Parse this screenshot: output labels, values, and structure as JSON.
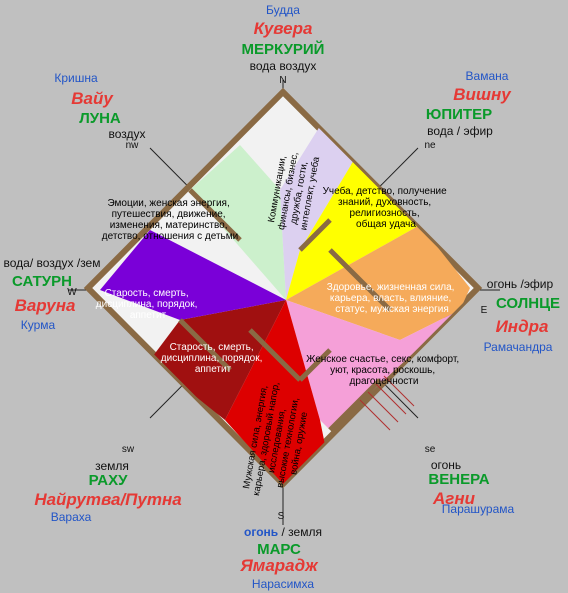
{
  "north": {
    "avatar": "Будда",
    "deity": "Кувера",
    "planet": "МЕРКУРИЙ",
    "element": "вода воздух",
    "dir": "N"
  },
  "northwest": {
    "avatar": "Кришна",
    "deity": "Вайу",
    "planet": "ЛУНА",
    "element": "воздух",
    "dir": "nw"
  },
  "northeast": {
    "avatar": "Вамана",
    "deity": "Вишну",
    "planet": "ЮПИТЕР",
    "element": "вода / эфир",
    "dir": "ne"
  },
  "west": {
    "element": "вода/ воздух /зем",
    "planet": "САТУРН",
    "deity": "Варуна",
    "avatar": "Курма",
    "dir": "W"
  },
  "east": {
    "element": "огонь /эфир",
    "planet": "СОЛНЦЕ",
    "deity": "Индра",
    "avatar": "Рамачандра",
    "dir": "E"
  },
  "southwest": {
    "dir": "sw",
    "element": "земля",
    "planet": "РАХУ",
    "deity": "Найрутва/Путна",
    "avatar": "Вараха"
  },
  "southeast": {
    "dir": "se",
    "element": "огонь",
    "planet": "ВЕНЕРА",
    "deity": "Агни",
    "avatar": "Парашурама"
  },
  "south": {
    "dir": "S",
    "element_fire": "огонь",
    "element_earth": "/ земля",
    "planet": "МАРС",
    "deity": "Ямарадж",
    "avatar": "Нарасимха"
  },
  "sectors": {
    "nw": {
      "color": "#ccf0cc",
      "lines": [
        "Эмоции, женская энергия,",
        "путешествия, движение,",
        "изменения, материнство,",
        "детство, отношения с детьми"
      ]
    },
    "n": {
      "color": "#dcd0f0",
      "lines": [
        "Коммуникации,",
        "финансы, бизнес,",
        "дружба, гости,",
        "интеллект, учеба"
      ]
    },
    "ne": {
      "color": "#ffff00",
      "lines": [
        "Учеба, детство, получение",
        "знаний, духовность,",
        "религиозность,",
        "общая удача"
      ]
    },
    "e": {
      "color": "#f5aa5a",
      "lines": [
        "Здоровье, жизненная сила,",
        "карьера, власть, влияние,",
        "статус, мужская энергия"
      ]
    },
    "se": {
      "color": "#f5a0d8",
      "lines": [
        "Женское счастье, секс, комфорт,",
        "уют, красота, роскошь,",
        "драгоценности"
      ]
    },
    "s": {
      "color": "#dd0000",
      "lines": [
        "Мужская сила, энергия,",
        "карьера, здоровый напор,",
        "исследования,",
        "высокие технологии,",
        "война, оружие"
      ]
    },
    "sw": {
      "color": "#a01010",
      "lines": [
        "Старость, смерть,",
        "дисциплина, порядок,",
        "аппетит"
      ]
    },
    "w": {
      "color": "#7a00d8",
      "lines": [
        "Старость, смерть,",
        "дисциплина, порядок,",
        "аппетит"
      ]
    }
  }
}
